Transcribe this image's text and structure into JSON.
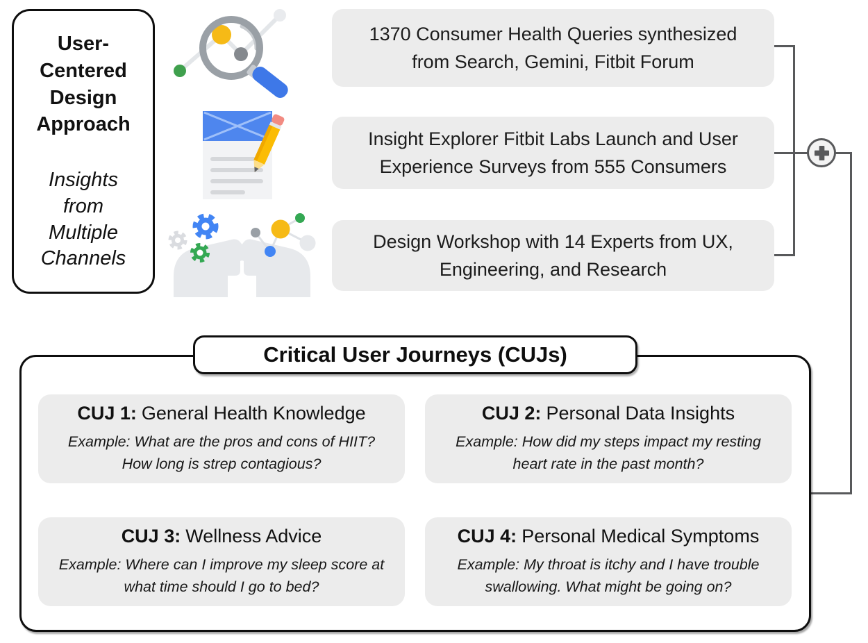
{
  "left_panel": {
    "title": "User-\nCentered\nDesign\nApproach",
    "subtitle": "Insights\nfrom\nMultiple\nChannels"
  },
  "channels": [
    {
      "icon": "magnifier-data-icon",
      "text": "1370 Consumer Health Queries synthesized\nfrom Search, Gemini, Fitbit Forum"
    },
    {
      "icon": "survey-pencil-icon",
      "text": "Insight Explorer Fitbit Labs Launch and User\nExperience Surveys from 555 Consumers"
    },
    {
      "icon": "workshop-heads-icon",
      "text": "Design Workshop with 14 Experts from UX,\nEngineering, and Research"
    }
  ],
  "connector": {
    "plus_icon": "plus-circle-icon"
  },
  "cuj_section": {
    "header": "Critical User Journeys (CUJs)",
    "cards": [
      {
        "prefix": "CUJ 1:",
        "name": "General Health Knowledge",
        "example": "Example: What are the pros and cons of HIIT?\nHow long is strep contagious?"
      },
      {
        "prefix": "CUJ 2:",
        "name": "Personal Data Insights",
        "example": "Example: How did my steps impact my resting\nheart rate in the past month?"
      },
      {
        "prefix": "CUJ 3:",
        "name": "Wellness Advice",
        "example": "Example: Where can I improve my sleep score at\nwhat time should I go to bed?"
      },
      {
        "prefix": "CUJ 4:",
        "name": "Personal Medical Symptoms",
        "example": "Example: My throat is itchy and I have trouble\nswallowing. What might be going on?"
      }
    ]
  },
  "colors": {
    "card_bg": "#ECECEC",
    "connector": "#58595B",
    "border": "#0E0E0E",
    "google_blue": "#4285F4",
    "google_green": "#34A853",
    "google_yellow": "#F6BA16",
    "google_gray": "#9AA0A6"
  }
}
